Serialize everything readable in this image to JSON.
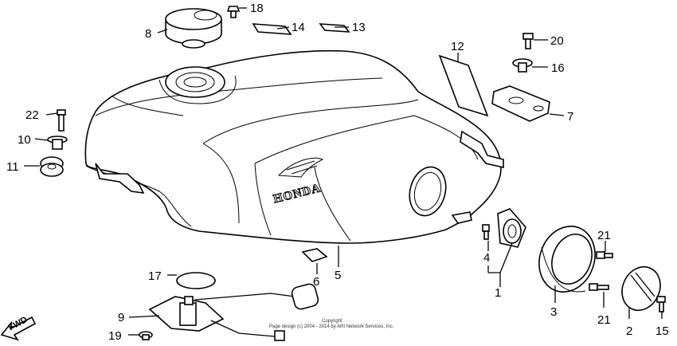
{
  "labels": {
    "p1": "1",
    "p2": "2",
    "p3": "3",
    "p4": "4",
    "p5": "5",
    "p6": "6",
    "p7": "7",
    "p8": "8",
    "p9": "9",
    "p10": "10",
    "p11": "11",
    "p12": "12",
    "p13": "13",
    "p14": "14",
    "p15": "15",
    "p16": "16",
    "p17": "17",
    "p18": "18",
    "p19": "19",
    "p20": "20",
    "p21a": "21",
    "p21b": "21",
    "p22": "22"
  },
  "logo_text": "HONDA",
  "fwd_text": "FWD",
  "copyright": {
    "line1": "Copyright",
    "line2": "Page design (c) 2004 - 2014 by ARI Network Services, Inc."
  }
}
